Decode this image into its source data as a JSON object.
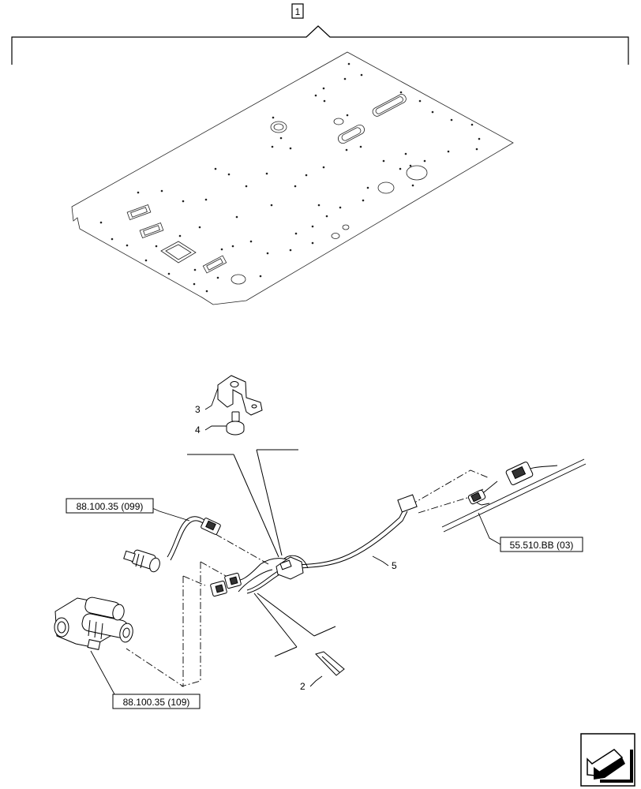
{
  "assembly": {
    "item_number": "1"
  },
  "callouts": [
    {
      "id": "2",
      "text": "2"
    },
    {
      "id": "3",
      "text": "3"
    },
    {
      "id": "4",
      "text": "4"
    },
    {
      "id": "5",
      "text": "5"
    }
  ],
  "references": [
    {
      "id": "ref-a",
      "text": "88.100.35 (099)"
    },
    {
      "id": "ref-b",
      "text": "88.100.35 (109)"
    },
    {
      "id": "ref-c",
      "text": "55.510.BB (03)"
    }
  ],
  "nav": {
    "icon": "next-page-arrow-icon"
  }
}
